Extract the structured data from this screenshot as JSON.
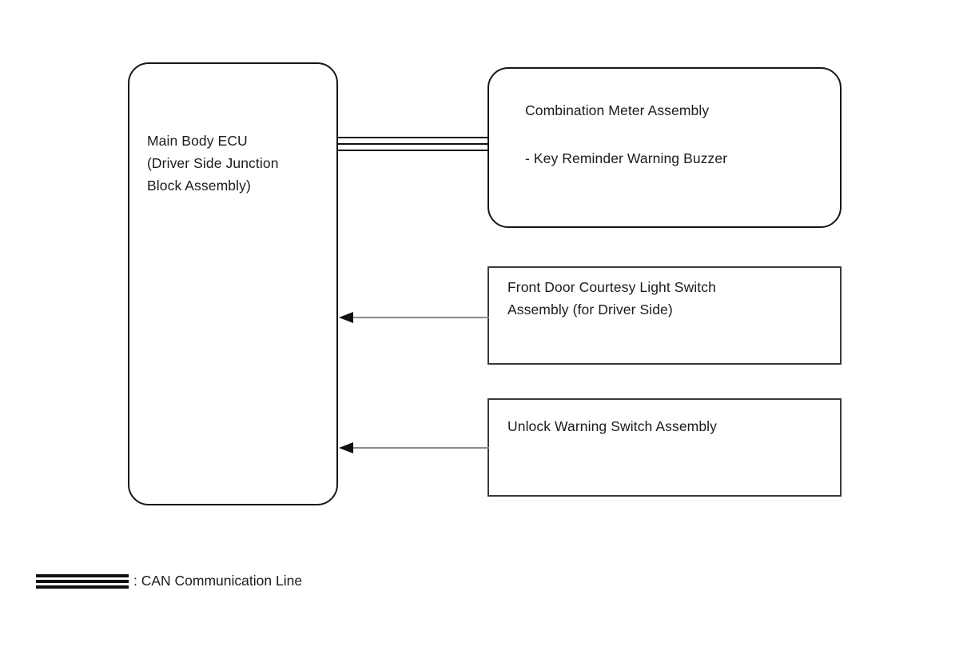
{
  "diagram": {
    "type": "system-block-diagram",
    "background_color": "#ffffff",
    "line_color": "#111111",
    "arrow_shaft_color": "#8a8a8a"
  },
  "nodes": {
    "ecu": {
      "label": "Main Body ECU\n(Driver Side Junction\nBlock Assembly)",
      "shape": "rounded-rectangle"
    },
    "combination_meter": {
      "title": "Combination Meter Assembly",
      "sub_item": "- Key Reminder Warning Buzzer",
      "shape": "rounded-rectangle"
    },
    "courtesy_switch": {
      "label": "Front Door Courtesy Light Switch\nAssembly (for Driver Side)",
      "shape": "rectangle"
    },
    "unlock_switch": {
      "label": "Unlock Warning Switch Assembly",
      "shape": "rectangle"
    }
  },
  "connections": {
    "can_bus": {
      "from": "ecu",
      "to": "combination_meter",
      "style": "can-communication-line",
      "line_count": 3
    },
    "courtesy_to_ecu": {
      "from": "courtesy_switch",
      "to": "ecu",
      "style": "arrow",
      "direction": "left"
    },
    "unlock_to_ecu": {
      "from": "unlock_switch",
      "to": "ecu",
      "style": "arrow",
      "direction": "left"
    }
  },
  "legend": {
    "symbol_name": "can-communication-line-symbol",
    "label": ": CAN Communication Line"
  }
}
